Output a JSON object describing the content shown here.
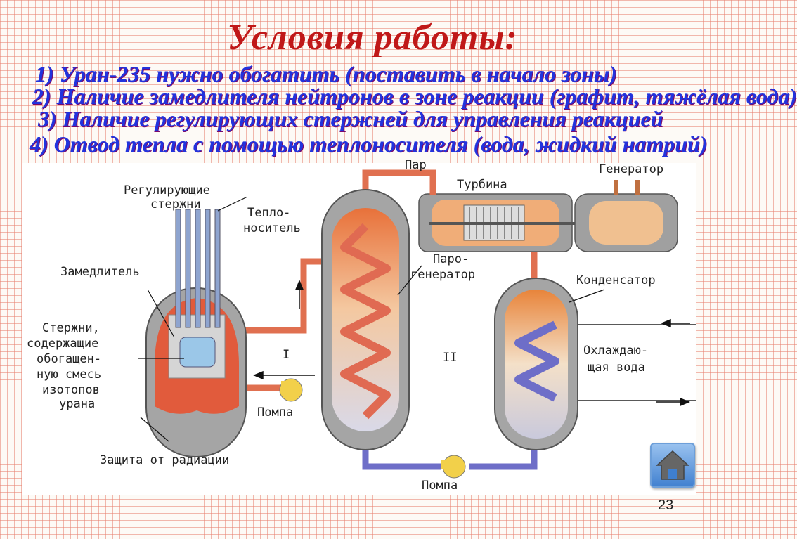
{
  "slide": {
    "title": "Условия работы:",
    "page_number": "23",
    "overlapping_captions": [
      "1) Уран-235 нужно обогатить (поставить в начало зоны)",
      "2) Наличие замедлителя нейтронов в зоне реакции (графит, тяжёлая вода)",
      "3) Наличие регулирующих стержней для управления реакцией",
      "4) Отвод тепла с помощью теплоносителя (вода, жидкий натрий)"
    ]
  },
  "diagram": {
    "labels": {
      "control_rods": [
        "Регулирующие",
        "стержни"
      ],
      "coolant": [
        "Тепло-",
        "носитель"
      ],
      "moderator": "Замедлитель",
      "fuel_rods": [
        "Стержни,",
        "содержащие",
        "обогащен-",
        "ную смесь",
        "изотопов",
        "урана"
      ],
      "pump_1": "Помпа",
      "radiation_shield": "Защита от радиации",
      "steam": "Пар",
      "turbine": "Турбина",
      "generator": "Генератор",
      "steam_generator": [
        "Паро-",
        "генератор"
      ],
      "condenser": "Конденсатор",
      "cooling_water": [
        "Охлаждаю-",
        "щая вода"
      ],
      "pump_2": "Помпа",
      "circuit_1": "I",
      "circuit_2": "II"
    }
  },
  "navigation": {
    "home_icon": "home-icon"
  },
  "colors": {
    "title": "#c01818",
    "caption_text": "#2233dd",
    "hot_pipe": "#e07050",
    "cold_pipe": "#6e6ec8",
    "vessel_gray": "#a5a5a5"
  }
}
